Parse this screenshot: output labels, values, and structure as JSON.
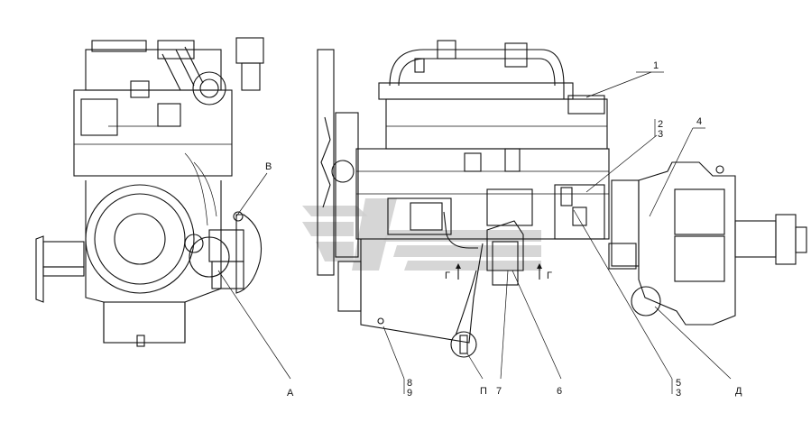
{
  "callouts": {
    "c1": "1",
    "c2": "2",
    "c3a": "3",
    "c4": "4",
    "c5": "5",
    "c3b": "3",
    "c6": "6",
    "c7": "7",
    "c8": "8",
    "c9": "9",
    "cB": "В",
    "cA": "А",
    "cP": "П",
    "cD": "Д",
    "cG1": "Г",
    "cG2": "Г"
  },
  "colors": {
    "line": "#111111",
    "watermark": "#cfcfcf",
    "background": "#ffffff"
  }
}
